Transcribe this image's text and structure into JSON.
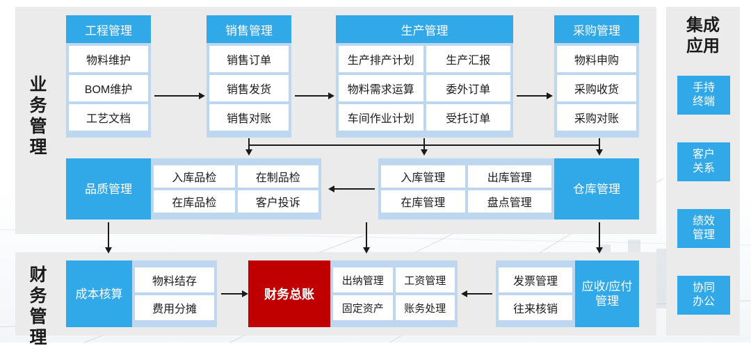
{
  "sections": {
    "business": {
      "label_chars": [
        "业",
        "务",
        "管",
        "理"
      ]
    },
    "finance": {
      "label_chars": [
        "财",
        "务",
        "管",
        "理"
      ]
    }
  },
  "cards": {
    "engineering": {
      "title": "工程管理",
      "items": [
        "物料维护",
        "BOM维护",
        "工艺文档"
      ]
    },
    "sales": {
      "title": "销售管理",
      "items": [
        "销售订单",
        "销售发货",
        "销售对账"
      ]
    },
    "production": {
      "title": "生产管理",
      "items": [
        "生产排产计划",
        "生产汇报",
        "物料需求运算",
        "委外订单",
        "车间作业计划",
        "受托订单"
      ]
    },
    "purchase": {
      "title": "采购管理",
      "items": [
        "物料申购",
        "采购收货",
        "采购对账"
      ]
    },
    "quality": {
      "title": "品质管理",
      "items": [
        "入库品检",
        "在制品检",
        "在库品检",
        "客户投诉"
      ]
    },
    "warehouse": {
      "title": "仓库管理",
      "items": [
        "入库管理",
        "出库管理",
        "在库管理",
        "盘点管理"
      ]
    },
    "cost": {
      "title": "成本核算",
      "items": [
        "物料结存",
        "费用分摊"
      ]
    },
    "ledger": {
      "title": "财务总账"
    },
    "ledger_items": {
      "items": [
        "出纳管理",
        "工资管理",
        "固定资产",
        "账务处理"
      ]
    },
    "ar_ap": {
      "title_lines": [
        "应收/应付",
        "管理"
      ],
      "items": [
        "发票管理",
        "往来核销"
      ]
    }
  },
  "integration": {
    "title_chars": [
      "集成",
      "应用"
    ],
    "items": [
      {
        "lines": [
          "手持",
          "终端"
        ]
      },
      {
        "lines": [
          "客户",
          "关系"
        ]
      },
      {
        "lines": [
          "绩效",
          "管理"
        ]
      },
      {
        "lines": [
          "协同",
          "办公"
        ]
      }
    ]
  },
  "colors": {
    "accent_blue": "#31a8e8",
    "light_blue": "#bcd7ef",
    "panel_gray": "#ebebeb",
    "ledger_red": "#c00000",
    "cell_white": "#ffffff",
    "text_dark": "#1a1a1a"
  }
}
